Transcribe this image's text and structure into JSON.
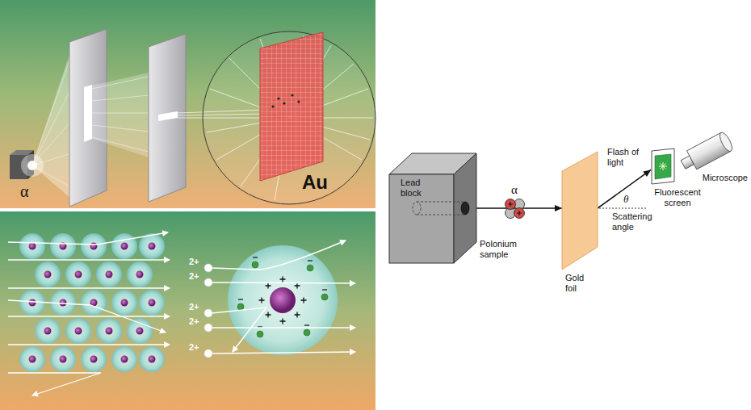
{
  "diagram": {
    "nodes": [
      {
        "text": [
          "Lead block",
          "Polonium sample"
        ]
      },
      {
        "text": [
          "Gold foil"
        ]
      },
      {
        "text": [
          "Fluorescent screen"
        ]
      },
      {
        "text": [
          "Microscope"
        ]
      }
    ],
    "edges": [
      {
        "from": 0,
        "to": 1,
        "arrow": "to",
        "label": "α"
      },
      {
        "from": 1,
        "to": 2,
        "arrow": "to"
      }
    ],
    "labels": [
      "α",
      "Au",
      "2+",
      "2+",
      "2+",
      "2+",
      "2+",
      "Flash of light",
      "θ",
      "Scattering angle"
    ]
  }
}
